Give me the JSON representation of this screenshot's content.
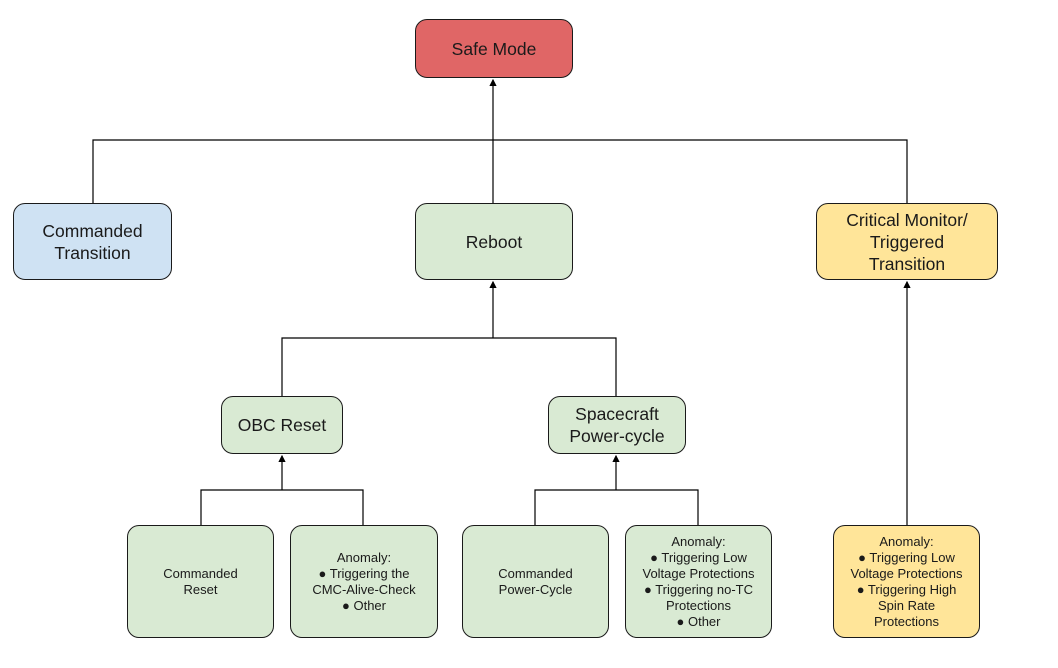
{
  "colors": {
    "safe_mode": "#e06666",
    "commanded": "#cfe2f3",
    "reboot_branch": "#d9ead3",
    "critical_branch": "#ffe599",
    "line": "#000000"
  },
  "nodes": {
    "safe_mode": "Safe Mode",
    "commanded_transition": "Commanded\nTransition",
    "reboot": "Reboot",
    "critical_monitor": "Critical Monitor/\nTriggered\nTransition",
    "obc_reset": "OBC Reset",
    "spacecraft_power_cycle": "Spacecraft\nPower-cycle",
    "commanded_reset": "Commanded\nReset",
    "anomaly_cmc": "Anomaly:\n● Triggering the\nCMC-Alive-Check\n● Other",
    "commanded_power_cycle": "Commanded\nPower-Cycle",
    "anomaly_low_voltage_notc": "Anomaly:\n● Triggering Low\nVoltage Protections\n● Triggering no-TC\nProtections\n● Other",
    "anomaly_low_voltage_spin": "Anomaly:\n● Triggering Low\nVoltage Protections\n● Triggering High\nSpin Rate\nProtections"
  }
}
